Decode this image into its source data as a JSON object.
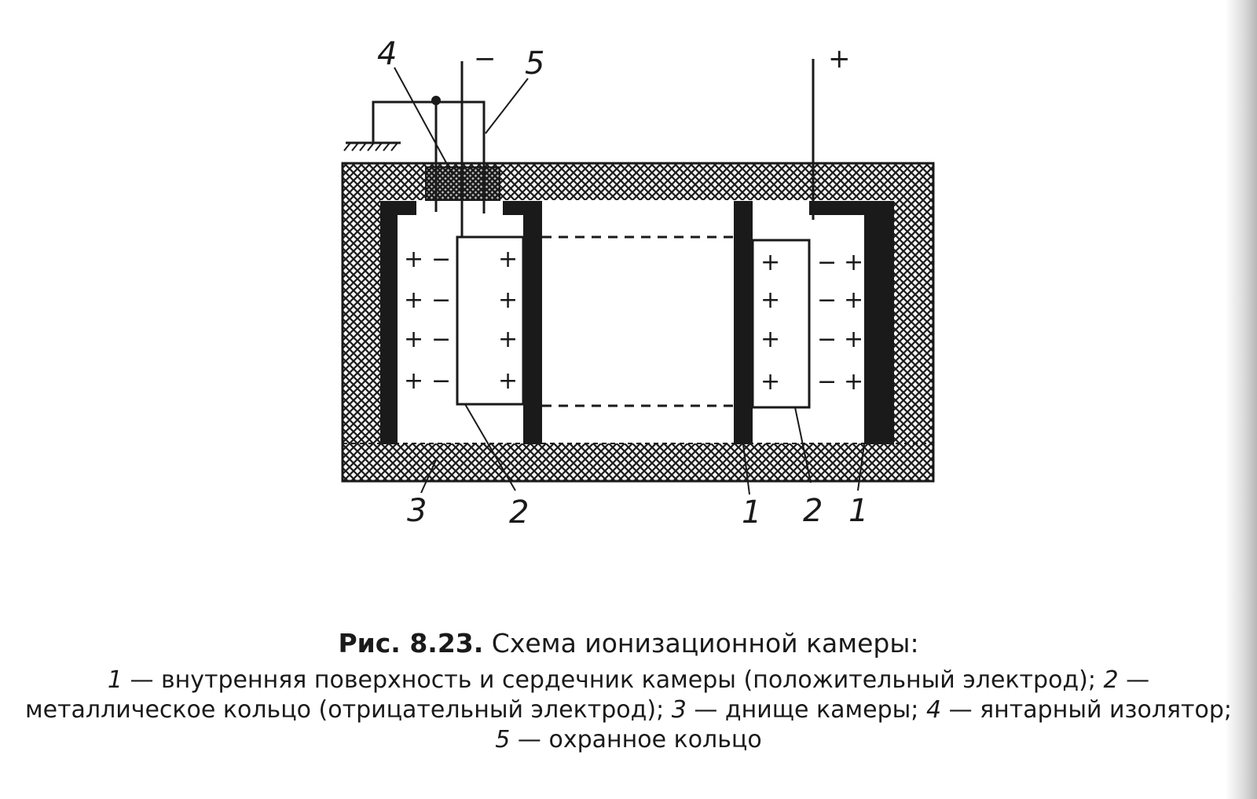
{
  "diagram": {
    "polarity_negative": "−",
    "polarity_positive": "+",
    "charge_plus": "+",
    "charge_minus": "−",
    "callouts": {
      "inner_surface_core": "1",
      "inner_surface_wall": "1",
      "metal_ring_left": "2",
      "metal_ring_right": "2",
      "chamber_bottom": "3",
      "amber_insulator": "4",
      "guard_ring": "5"
    }
  },
  "caption": {
    "figure_number": "Рис. 8.23.",
    "title": "Схема ионизационной камеры:",
    "legend": [
      {
        "num": "1",
        "text": " — внутренняя поверхность и сердечник камеры (положительный электрод); "
      },
      {
        "num": "2",
        "text": " — металлическое кольцо (отрицательный электрод); "
      },
      {
        "num": "3",
        "text": " — днище камеры; "
      },
      {
        "num": "4",
        "text": " — янтарный изолятор; "
      },
      {
        "num": "5",
        "text": " — охранное кольцо"
      }
    ]
  }
}
